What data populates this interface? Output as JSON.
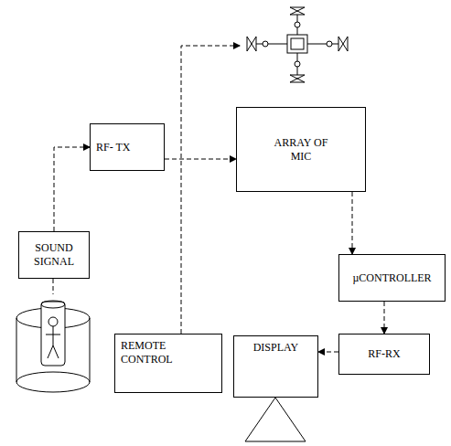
{
  "diagram": {
    "nodes": [
      {
        "text": [
          "RF- TX"
        ]
      },
      {
        "text": [
          "ARRAY OF MIC"
        ]
      },
      {
        "text": [
          "SOUND SIGNAL"
        ]
      },
      {
        "text": [
          "µCONTROLLER"
        ]
      },
      {
        "text": [
          "REMOTE CONTROL"
        ]
      },
      {
        "text": [
          "DISPLAY"
        ]
      },
      {
        "text": [
          "RF-RX"
        ]
      }
    ],
    "edges": [
      {
        "from": 2,
        "to": 0,
        "arrow": "to"
      },
      {
        "from": 0,
        "to": 1,
        "arrow": "to"
      },
      {
        "from": 1,
        "to": 3,
        "arrow": "to"
      },
      {
        "from": 3,
        "to": 6,
        "arrow": "to"
      },
      {
        "from": 6,
        "to": 5,
        "arrow": "to"
      }
    ]
  }
}
